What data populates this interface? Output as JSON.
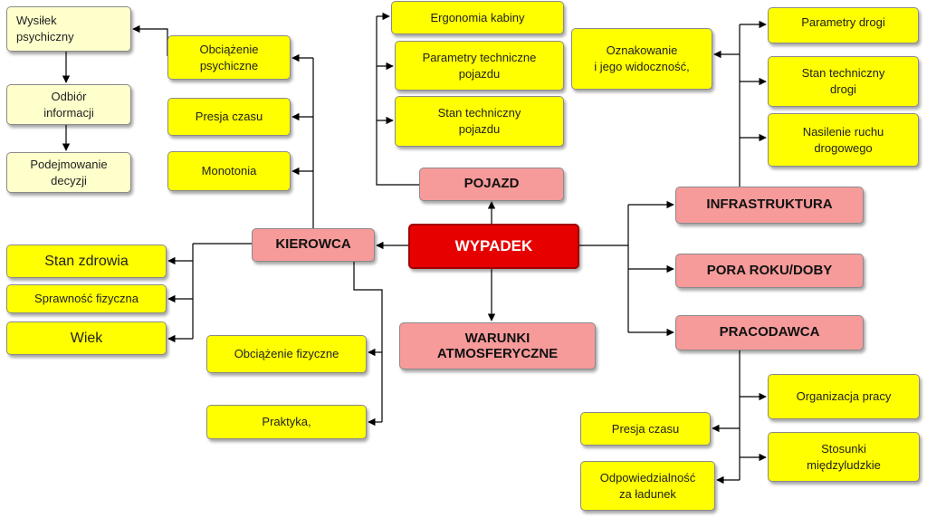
{
  "center": "WYPADEK",
  "categories": {
    "pojazd": "POJAZD",
    "kierowca": "KIEROWCA",
    "warunki": "WARUNKI\nATMOSFERYCZNE",
    "infrastruktura": "INFRASTRUKTURA",
    "pora": "PORA ROKU/DOBY",
    "pracodawca": "PRACODAWCA"
  },
  "pojazd_items": {
    "ergonomia": "Ergonomia kabiny",
    "parametry": "Parametry techniczne\npojazdu",
    "stan": "Stan techniczny\npojazdu"
  },
  "kierowca_items": {
    "obciazenie_psych": "Obciążenie\npsychiczne",
    "presja": "Presja czasu",
    "monotonia": "Monotonia",
    "stan_zdrowia": "Stan zdrowia",
    "sprawnosc": "Sprawność fizyczna",
    "wiek": "Wiek",
    "obciazenie_fiz": "Obciążenie fizyczne",
    "praktyka": "Praktyka,"
  },
  "psychiczne_chain": {
    "wysilek": "Wysiłek\npsychiczny",
    "odbior": "Odbiór\ninformacji",
    "podejmowanie": "Podejmowanie\ndecyzji"
  },
  "infrastruktura_items": {
    "oznakowanie": "Oznakowanie\ni jego widoczność,",
    "parametry_drogi": "Parametry drogi",
    "stan_drogi": "Stan techniczny\ndrogi",
    "nasilenie": "Nasilenie ruchu\ndrogowego"
  },
  "pracodawca_items": {
    "organizacja": "Organizacja pracy",
    "stosunki": "Stosunki\nmiędzyludzkie",
    "presja": "Presja czasu",
    "odpowiedzialnosc": "Odpowiedzialność\nza ładunek"
  }
}
